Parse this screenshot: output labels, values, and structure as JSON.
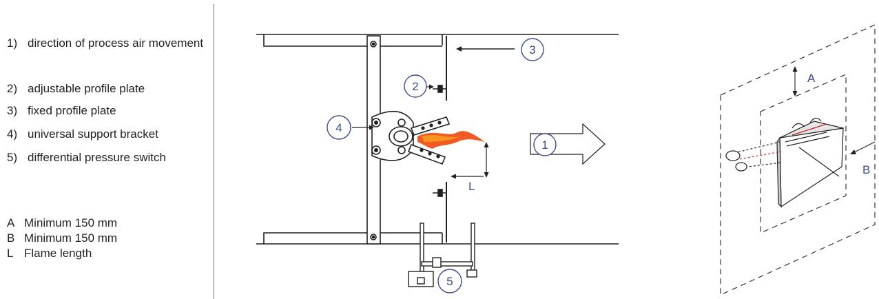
{
  "legend": {
    "items": [
      {
        "num": "1)",
        "text": "direction of process air movement"
      },
      {
        "num": "2)",
        "text": "adjustable profile plate"
      },
      {
        "num": "3)",
        "text": "fixed profile plate"
      },
      {
        "num": "4)",
        "text": "universal support bracket"
      },
      {
        "num": "5)",
        "text": "differential pressure switch"
      }
    ],
    "keys": [
      {
        "k": "A",
        "v": "Minimum 150 mm"
      },
      {
        "k": "B",
        "v": "Minimum 150 mm"
      },
      {
        "k": "L",
        "v": "Flame length"
      }
    ]
  },
  "callouts": {
    "c1": "1",
    "c2": "2",
    "c3": "3",
    "c4": "4",
    "c5": "5",
    "dim_l": "L",
    "dim_a": "A",
    "dim_b": "B"
  },
  "colors": {
    "callout": "#3a4a8c",
    "flame": "#f15a24",
    "line": "#231f20"
  }
}
